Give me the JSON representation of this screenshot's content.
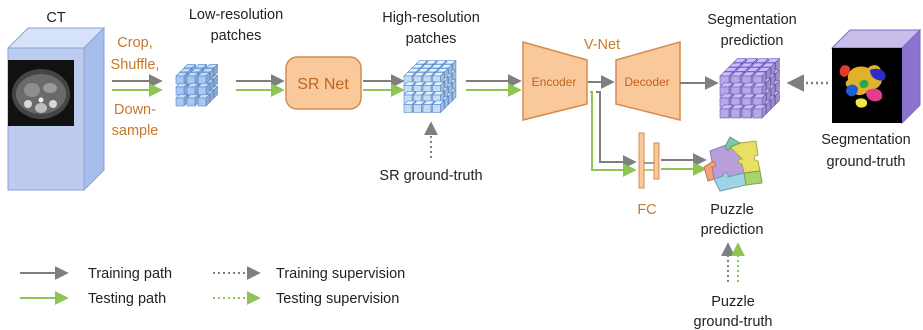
{
  "labels": {
    "ct": "CT",
    "crop": "Crop,",
    "shuffle": "Shuffle,",
    "down": "Down-",
    "sample": "sample",
    "lowres_1": "Low-resolution",
    "lowres_2": "patches",
    "sr_net": "SR Net",
    "highres_1": "High-resolution",
    "highres_2": "patches",
    "sr_gt": "SR ground-truth",
    "vnet": "V-Net",
    "encoder": "Encoder",
    "decoder": "Decoder",
    "fc": "FC",
    "segpred_1": "Segmentation",
    "segpred_2": "prediction",
    "seggt_1": "Segmentation",
    "seggt_2": "ground-truth",
    "puzzlepred_1": "Puzzle",
    "puzzlepred_2": "prediction",
    "puzzlegt_1": "Puzzle",
    "puzzlegt_2": "ground-truth"
  },
  "legend": {
    "training_path": "Training path",
    "testing_path": "Testing path",
    "training_supervision": "Training supervision",
    "testing_supervision": "Testing supervision"
  },
  "colors": {
    "gray": "#7f7f7f",
    "green": "#8dc452",
    "orange_text": "#c8782a",
    "box_fill": "#f9c89b",
    "box_stroke": "#d58b4d",
    "lowres_cube": "#a8c8f0",
    "highres_cube": "#c5dcf7",
    "seg_cube": "#b7a8e4",
    "ct_cube": "#b7c9ee",
    "seg_gt_cube": "#9a83d6"
  },
  "icons": [
    "arrow-right-icon",
    "dotted-arrow-icon",
    "puzzle-icon",
    "cube-grid-icon"
  ]
}
